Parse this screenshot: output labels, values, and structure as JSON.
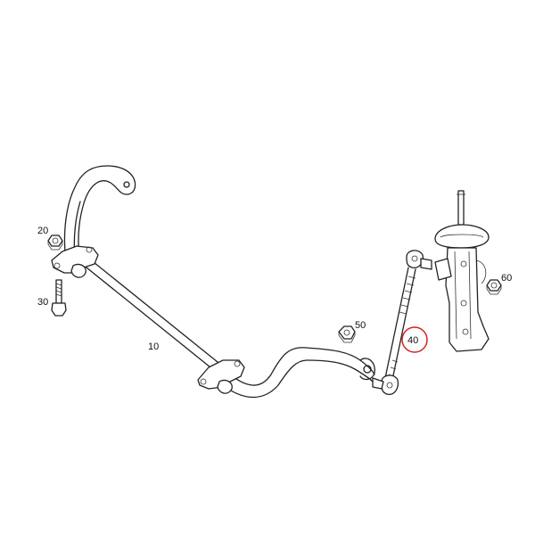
{
  "callouts": [
    {
      "id": "10",
      "label": "10"
    },
    {
      "id": "20",
      "label": "20"
    },
    {
      "id": "30",
      "label": "30"
    },
    {
      "id": "40",
      "label": "40",
      "highlighted": true
    },
    {
      "id": "50",
      "label": "50"
    },
    {
      "id": "60",
      "label": "60"
    }
  ],
  "colors": {
    "line": "#222222",
    "highlight": "#d81e1e",
    "background": "#ffffff"
  }
}
